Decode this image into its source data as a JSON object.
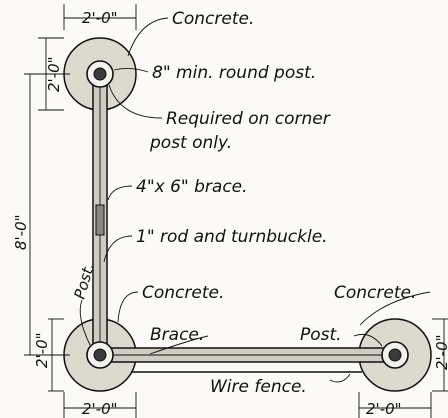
{
  "labels": {
    "concrete_top": "Concrete.",
    "round_post": "8\" min. round post.",
    "required_line1": "Required on corner",
    "required_line2": "post only.",
    "brace": "4\"x 6\" brace.",
    "rod": "1\" rod and turnbuckle.",
    "concrete_left": "Concrete.",
    "concrete_right": "Concrete.",
    "post_vertical": "Post.",
    "brace_bottom": "Brace.",
    "post_right": "Post.",
    "wire_fence": "Wire fence."
  },
  "dimensions": {
    "top_width": "2'-0\"",
    "top_height": "2'-0\"",
    "height_main": "8'-0\"",
    "left_height": "2'-0\"",
    "bottom_left_width": "2'-0\"",
    "bottom_right_width": "2'-0\"",
    "right_height": "2'-0\""
  }
}
